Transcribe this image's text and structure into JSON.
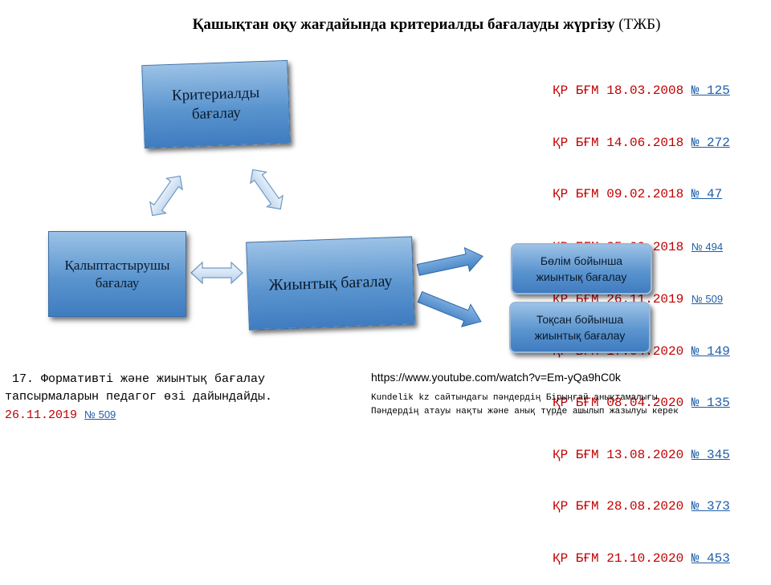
{
  "title": {
    "bold": "Қашықтан оқу жағдайында критериалды бағалауды жүргізу",
    "suffix": " (ТЖБ)"
  },
  "refs": [
    {
      "text": "ҚР БҒМ 18.03.2008 ",
      "num": "№ 125",
      "small": false
    },
    {
      "text": "ҚР БҒМ 14.06.2018 ",
      "num": "№ 272",
      "small": false
    },
    {
      "text": "ҚР БҒМ 09.02.2018 ",
      "num": "№ 47",
      "small": false
    },
    {
      "text": "ҚР БҒМ 25.09.2018 ",
      "num": "№ 494",
      "small": true
    },
    {
      "text": "ҚР БҒМ 26.11.2019 ",
      "num": "№ 509",
      "small": true
    },
    {
      "text": "ҚР БҒМ 17.04.2020 ",
      "num": "№ 149",
      "small": false
    },
    {
      "text": "ҚР БҒМ 08.04.2020 ",
      "num": "№ 135",
      "small": false
    },
    {
      "text": "ҚР БҒМ 13.08.2020 ",
      "num": "№ 345",
      "small": false
    },
    {
      "text": "ҚР БҒМ 28.08.2020 ",
      "num": "№ 373",
      "small": false
    },
    {
      "text": "ҚР БҒМ 21.10.2020 ",
      "num": "№ 453",
      "small": false
    }
  ],
  "boxes": {
    "criterial": "Критериалды\nбағалау",
    "formative": "Қалыптастырушы\nбағалау",
    "summative": "Жиынтық бағалау",
    "section": "Бөлім бойынша\nжиынтық бағалау",
    "quarter": "Тоқсан бойынша\nжиынтық бағалау"
  },
  "bottom_left": {
    "line1": " 17. Формативті және жиынтық бағалау",
    "line2": "тапсырмаларын педагог өзі дайындайды.",
    "date": "26.11.2019 ",
    "num": "№ 509"
  },
  "youtube": "https://www.youtube.com/watch?v=Em-yQa9hC0k",
  "note1": "Kundelik kz сайтындағы пәндердің Бірыңғай анықтамалығы",
  "note2": "Пәндердің атауы нақты және анық түрде ашылып жазылуы керек"
}
